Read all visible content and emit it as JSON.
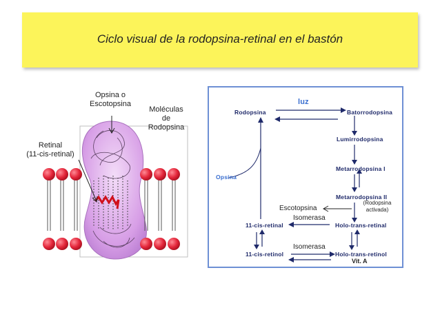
{
  "title": "Ciclo visual de la rodopsina-retinal en el bastón",
  "left_figure": {
    "opsin_label": [
      "Opsina o",
      "Escotopsina"
    ],
    "molecules_label": [
      "Moléculas",
      "de",
      "Rodopsina"
    ],
    "retinal_label": [
      "Retinal",
      "(11-cis-retinal)"
    ]
  },
  "cycle": {
    "light": "luz",
    "rodopsina": "Rodopsina",
    "batorodopsina": "Batorrodopsina",
    "lumirodopsina": "Lumirrodopsina",
    "metarodopsina1": "Metarrodopsina I",
    "metarodopsina2": "Metarrodopsina II",
    "opsina": "Opsina",
    "cis_retinal": "11-cis-retinal",
    "trans_retinal": "Holo-trans-retinal",
    "cis_retinol": "11-cis-retinol",
    "trans_retinol": "Holo-trans-retinol",
    "activated": [
      "(Rodopsina",
      "activada)"
    ],
    "escotopsina": "Escotopsina",
    "isomerasa1": "Isomerasa",
    "isomerasa2": "Isomerasa",
    "vit_a": "Vit. A"
  },
  "colors": {
    "banner": "#fcf45a",
    "membrane_head": "#e3263a",
    "protein": "#d79ee6",
    "cycle_text": "#1f2a6a",
    "light_text": "#3a6fd0",
    "frame": "#6d8fd4"
  }
}
